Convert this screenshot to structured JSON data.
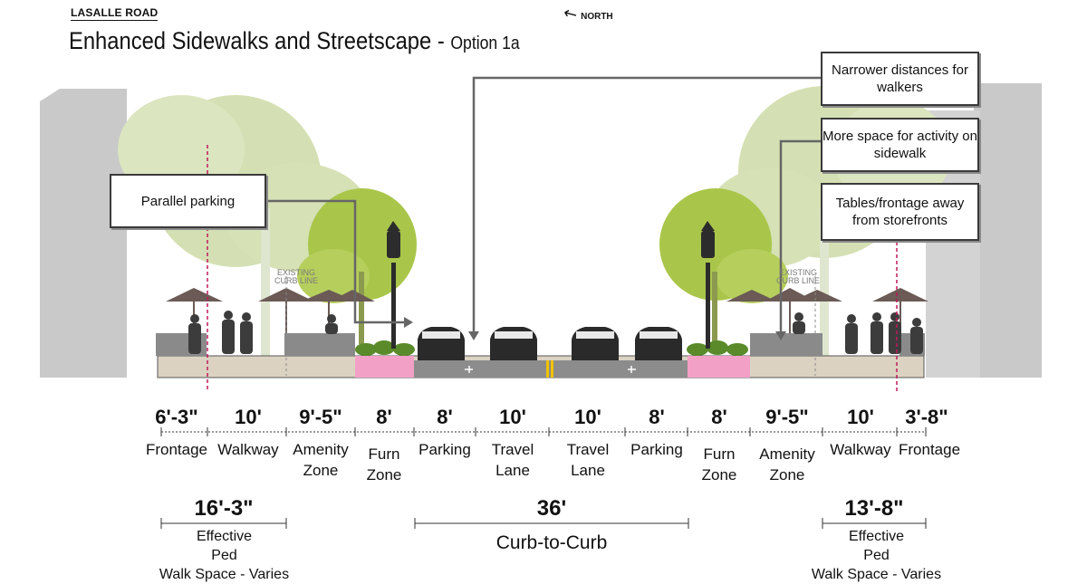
{
  "header": {
    "label": "LASALLE ROAD",
    "title": "Enhanced Sidewalks and Streetscape - ",
    "subtitle": "Option 1a",
    "north": "NORTH"
  },
  "callouts": {
    "parallel_parking": "Parallel parking",
    "narrower": "Narrower distances for walkers",
    "more_space": "More space for activity on sidewalk",
    "tables": "Tables/frontage away from storefronts"
  },
  "scene_labels": {
    "existing_curb_line": "EXISTING CURB LINE"
  },
  "segments": [
    {
      "dim": "6'-3\"",
      "label": "Frontage"
    },
    {
      "dim": "10'",
      "label": "Walkway"
    },
    {
      "dim": "9'-5\"",
      "label": "Amenity\nZone"
    },
    {
      "dim": "8'",
      "label": "Furn\nZone"
    },
    {
      "dim": "8'",
      "label": "Parking"
    },
    {
      "dim": "10'",
      "label": "Travel\nLane"
    },
    {
      "dim": "10'",
      "label": "Travel\nLane"
    },
    {
      "dim": "8'",
      "label": "Parking"
    },
    {
      "dim": "8'",
      "label": "Furn\nZone"
    },
    {
      "dim": "9'-5\"",
      "label": "Amenity\nZone"
    },
    {
      "dim": "10'",
      "label": "Walkway"
    },
    {
      "dim": "3'-8\"",
      "label": "Frontage"
    }
  ],
  "summary": {
    "left_ped": {
      "dim": "16'-3\"",
      "label": "Effective\nPed\nWalk Space - Varies"
    },
    "curb": {
      "dim": "36'",
      "label": "Curb-to-Curb"
    },
    "right_ped": {
      "dim": "13'-8\"",
      "label": "Effective\nPed\nWalk Space - Varies"
    }
  },
  "colors": {
    "sidewalk": "#dcd2c2",
    "road": "#8c8c8c",
    "furn_zone": "#f2a0c6",
    "foliage_light": "#cfdcaa",
    "foliage_bright": "#a9c64a",
    "building": "#c8c8c8",
    "ped_line": "#c2185b",
    "center_line": "#f2c200"
  }
}
